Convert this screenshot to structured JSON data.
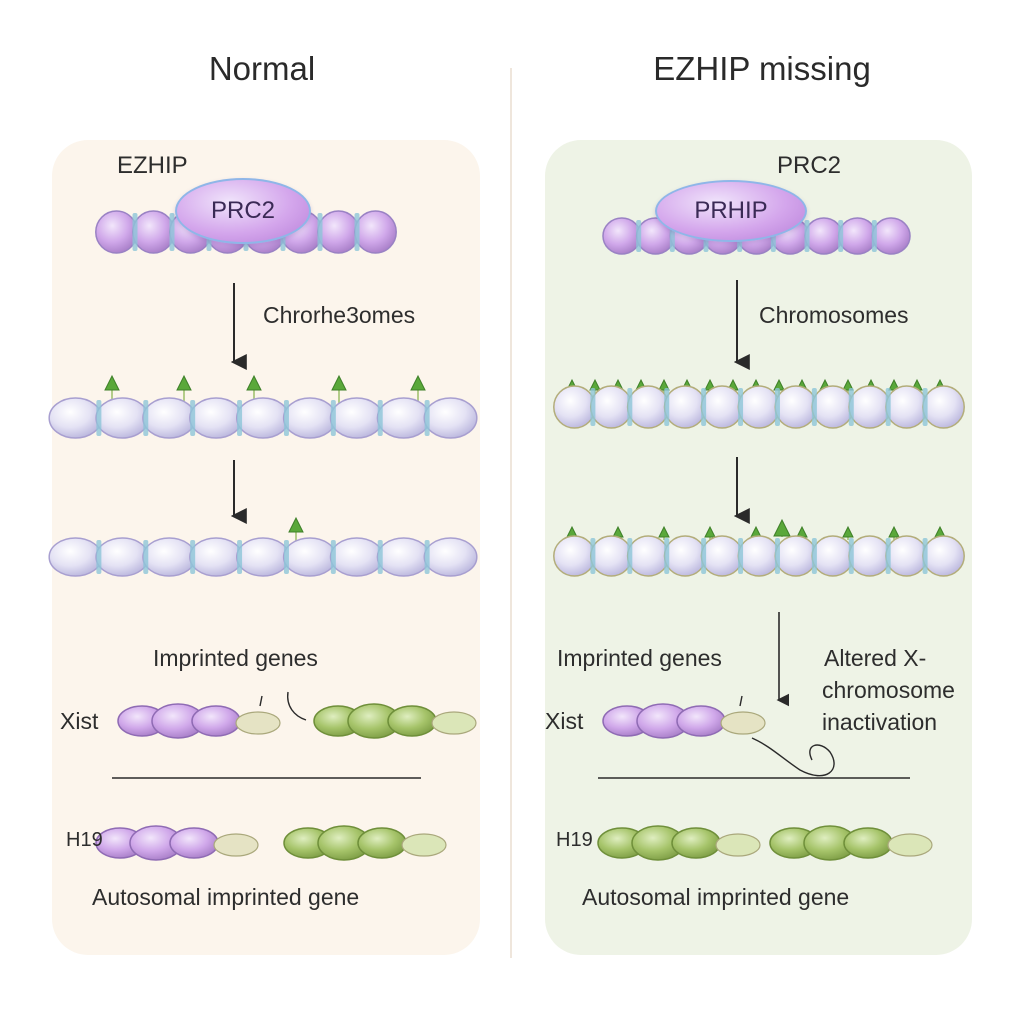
{
  "colors": {
    "left_panel_bg": "#fcf5ec",
    "right_panel_bg": "#eef3e6",
    "bead": "#e4e2f4",
    "bead_purple": "#c8a0e6",
    "bead_green": "#a6c46a",
    "mark": "#5aa83a",
    "pill": "#d4a6ec"
  },
  "left": {
    "title": "Normal",
    "protein_label": "EZHIP",
    "complex_label": "PRC2",
    "chromosome_label": "Chrorhe3omes",
    "imprinted_label": "Imprinted genes",
    "xist_label": "Xist",
    "h19_label": "H19",
    "autosomal_label": "Autosomal imprinted gene"
  },
  "right": {
    "title": "EZHIP missing",
    "complex_top_label": "PRC2",
    "pill_label": "PRHIP",
    "chromosome_label": "Chromosomes",
    "imprinted_label": "Imprinted genes",
    "altered_label_1": "Altered X-",
    "altered_label_2": "chromosome",
    "altered_label_3": "inactivation",
    "xist_label": "Xist",
    "h19_label": "H19",
    "autosomal_label": "Autosomal imprinted gene"
  }
}
